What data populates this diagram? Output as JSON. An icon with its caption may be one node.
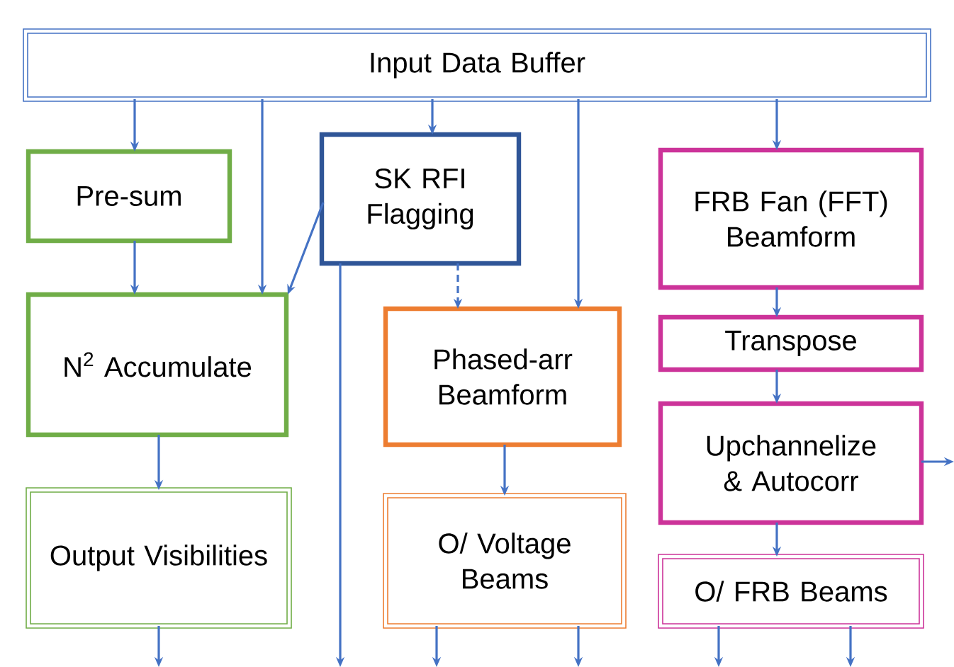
{
  "diagram": {
    "nodes": [
      {
        "text": [
          "Input Data Buffer"
        ]
      },
      {
        "text": [
          "Pre-sum"
        ]
      },
      {
        "text": [
          "SK RFI Flagging"
        ]
      },
      {
        "text": [
          "N$^{2}$ Accumulate"
        ]
      },
      {
        "text": [
          "Phased-arr Beamform"
        ]
      },
      {
        "text": [
          "FRB Fan (FFT) Beamform"
        ]
      },
      {
        "text": [
          "Transpose"
        ]
      },
      {
        "text": [
          "Upchannelize & Autocorr"
        ]
      },
      {
        "text": [
          "Output Visibilities"
        ]
      },
      {
        "text": [
          "O/ Voltage Beams"
        ]
      },
      {
        "text": [
          "O/ FRB Beams"
        ]
      }
    ],
    "edges": [
      {
        "from": 0,
        "to": 1,
        "arrow": "to"
      },
      {
        "from": 0,
        "to": 3,
        "arrow": "to"
      },
      {
        "from": 0,
        "to": 2,
        "arrow": "to"
      },
      {
        "from": 0,
        "to": 4,
        "arrow": "to"
      },
      {
        "from": 0,
        "to": 5,
        "arrow": "to"
      },
      {
        "from": 1,
        "to": 3,
        "arrow": "to"
      },
      {
        "from": 2,
        "to": 3,
        "arrow": "to"
      },
      {
        "from": 2,
        "to": 4,
        "arrow": "to",
        "style": "dashed"
      },
      {
        "from": 2,
        "to": null,
        "arrow": "to"
      },
      {
        "from": 5,
        "to": 6,
        "arrow": "to"
      },
      {
        "from": 6,
        "to": 7,
        "arrow": "to"
      },
      {
        "from": 7,
        "to": null,
        "arrow": "to"
      },
      {
        "from": 7,
        "to": 10,
        "arrow": "to"
      },
      {
        "from": 3,
        "to": 8,
        "arrow": "to"
      },
      {
        "from": 4,
        "to": 9,
        "arrow": "to"
      },
      {
        "from": 8,
        "to": null,
        "arrow": "to"
      },
      {
        "from": 9,
        "to": null,
        "arrow": "to"
      },
      {
        "from": 9,
        "to": null,
        "arrow": "to"
      },
      {
        "from": 10,
        "to": null,
        "arrow": "to"
      },
      {
        "from": 10,
        "to": null,
        "arrow": "to"
      }
    ]
  }
}
